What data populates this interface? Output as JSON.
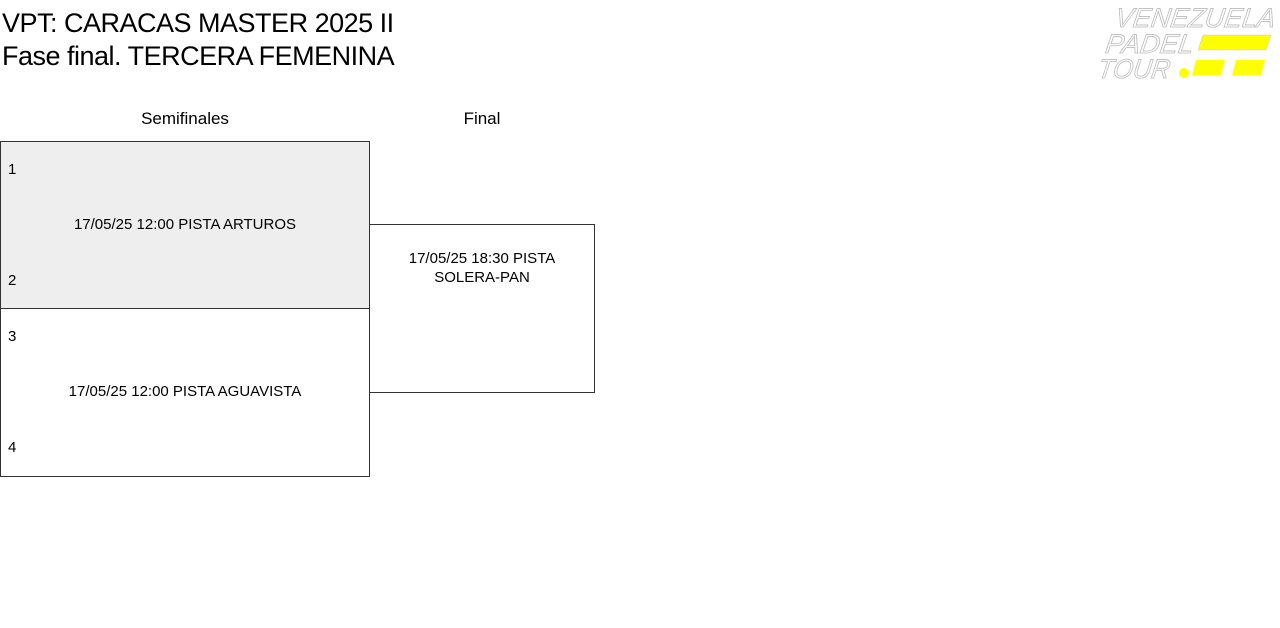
{
  "header": {
    "title_line1": "VPT: CARACAS MASTER 2025 II",
    "title_line2": "Fase final. TERCERA FEMENINA",
    "logo_text": "VENEZUELA PADEL TOUR"
  },
  "colors": {
    "logo_yellow": "#ffff00",
    "semi_bg": "#eeeeee",
    "border": "#333333"
  },
  "rounds": [
    {
      "label": "Semifinales"
    },
    {
      "label": "Final"
    }
  ],
  "matches": [
    {
      "seed_top": "1",
      "seed_bottom": "2",
      "info": "17/05/25 12:00 PISTA ARTUROS"
    },
    {
      "seed_top": "3",
      "seed_bottom": "4",
      "info": "17/05/25 12:00 PISTA AGUAVISTA"
    },
    {
      "info": "17/05/25 18:30 PISTA SOLERA-PAN"
    }
  ]
}
